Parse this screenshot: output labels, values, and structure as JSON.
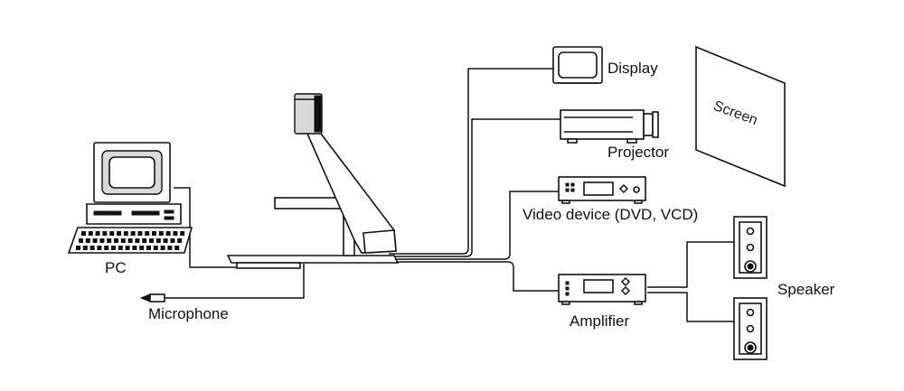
{
  "labels": {
    "display": "Display",
    "projector": "Projector",
    "screen": "Screen",
    "video_device": "Video device (DVD, VCD)",
    "speaker": "Speaker",
    "amplifier": "Amplifier",
    "pc": "PC",
    "microphone": "Microphone"
  }
}
